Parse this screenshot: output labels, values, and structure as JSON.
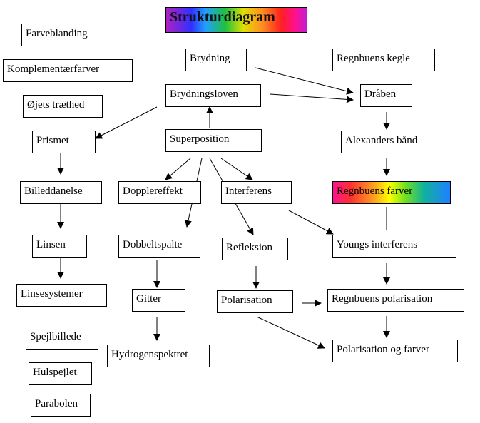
{
  "title": "Strukturdiagram",
  "nodes": {
    "farveblanding": "Farveblanding",
    "komplementaerfarver": "Komplementærfarver",
    "ojets_traethed": "Øjets træthed",
    "brydning": "Brydning",
    "regnbuens_kegle": "Regnbuens kegle",
    "brydningsloven": "Brydningsloven",
    "draaben": "Dråben",
    "prismet": "Prismet",
    "superposition": "Superposition",
    "alexanders_baand": "Alexanders bånd",
    "billeddannelse": "Billeddanelse",
    "dopplereffekt": "Dopplereffekt",
    "interferens": "Interferens",
    "regnbuens_farver": "Regnbuens farver",
    "dobbeltspalte": "Dobbeltspalte",
    "refleksion": "Refleksion",
    "youngs_interferens": "Youngs interferens",
    "linsen": "Linsen",
    "linsesystemer": "Linsesystemer",
    "gitter": "Gitter",
    "polarisation": "Polarisation",
    "regnbuens_polarisation": "Regnbuens polarisation",
    "spejlbillede": "Spejlbillede",
    "hydrogenspektret": "Hydrogenspektret",
    "polarisation_og_farver": "Polarisation og farver",
    "hulspejlet": "Hulspejlet",
    "parabolen": "Parabolen"
  },
  "edges": [
    {
      "from": "brydning",
      "to": "draaben"
    },
    {
      "from": "brydningsloven",
      "to": "draaben"
    },
    {
      "from": "draaben",
      "to": "alexanders_baand"
    },
    {
      "from": "alexanders_baand",
      "to": "regnbuens_farver"
    },
    {
      "from": "brydningsloven",
      "to": "prismet"
    },
    {
      "from": "superposition",
      "to": "brydningsloven"
    },
    {
      "from": "prismet",
      "to": "billeddannelse"
    },
    {
      "from": "billeddannelse",
      "to": "linsen"
    },
    {
      "from": "linsen",
      "to": "linsesystemer"
    },
    {
      "from": "superposition",
      "to": "dopplereffekt"
    },
    {
      "from": "superposition",
      "to": "dobbeltspalte"
    },
    {
      "from": "superposition",
      "to": "refleksion"
    },
    {
      "from": "superposition",
      "to": "interferens"
    },
    {
      "from": "interferens",
      "to": "youngs_interferens"
    },
    {
      "from": "regnbuens_farver",
      "to": "youngs_interferens"
    },
    {
      "from": "dobbeltspalte",
      "to": "gitter"
    },
    {
      "from": "gitter",
      "to": "hydrogenspektret"
    },
    {
      "from": "refleksion",
      "to": "polarisation"
    },
    {
      "from": "polarisation",
      "to": "regnbuens_polarisation"
    },
    {
      "from": "youngs_interferens",
      "to": "regnbuens_polarisation"
    },
    {
      "from": "regnbuens_polarisation",
      "to": "polarisation_og_farver"
    },
    {
      "from": "polarisation",
      "to": "polarisation_og_farver"
    }
  ]
}
